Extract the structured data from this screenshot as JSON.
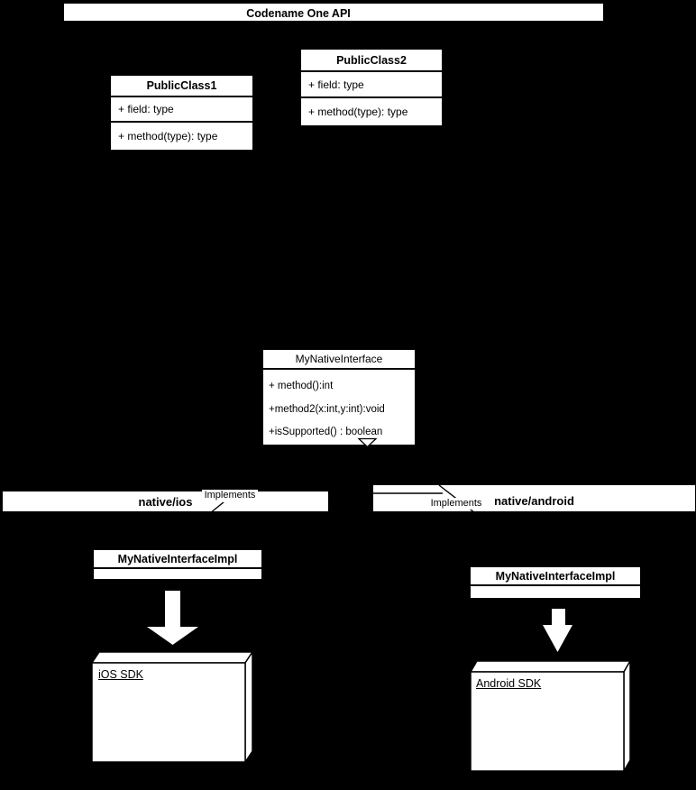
{
  "diagram": {
    "api_package": {
      "label": "Codename One API"
    },
    "classes": {
      "public_class_1": {
        "title": "PublicClass1",
        "rows": [
          "+ field: type",
          "+ method(type): type"
        ]
      },
      "public_class_2": {
        "title": "PublicClass2",
        "rows": [
          "+ field: type",
          "+ method(type): type"
        ]
      },
      "native_interface": {
        "title": "MyNativeInterface",
        "methods": [
          "+ method():int",
          "+method2(x:int,y:int):void",
          "+isSupported() : boolean"
        ]
      },
      "ios_impl": {
        "title": "MyNativeInterfaceImpl"
      },
      "android_impl": {
        "title": "MyNativeInterfaceImpl"
      }
    },
    "packages": {
      "ios": {
        "label": "native/ios",
        "relation_label": "Implements"
      },
      "android": {
        "label": "native/android",
        "relation_label": "Implements"
      }
    },
    "nodes": {
      "ios_sdk": {
        "label": "iOS SDK"
      },
      "android_sdk": {
        "label": "Android SDK"
      }
    },
    "colors": {
      "background": "#000000",
      "shape_fill": "#ffffff",
      "stroke": "#000000",
      "text": "#000000"
    }
  }
}
